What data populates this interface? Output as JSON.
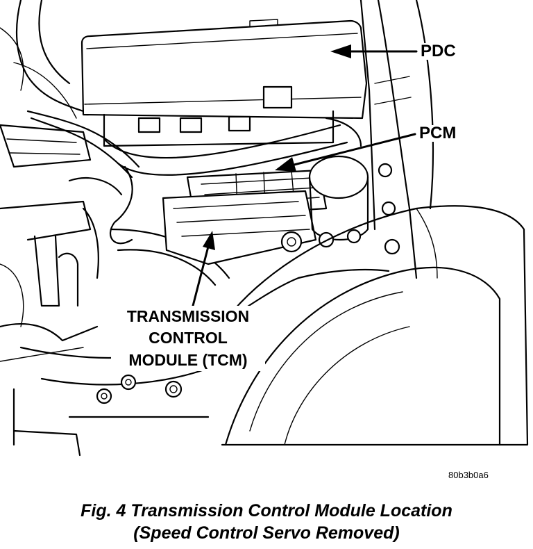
{
  "callouts": {
    "pdc": "PDC",
    "pcm": "PCM",
    "tcm_line1": "TRANSMISSION",
    "tcm_line2": "CONTROL",
    "tcm_line3": "MODULE (TCM)"
  },
  "image_code": "80b3b0a6",
  "caption": {
    "line1": "Fig. 4 Transmission Control Module Location",
    "line2": "(Speed Control Servo Removed)"
  }
}
